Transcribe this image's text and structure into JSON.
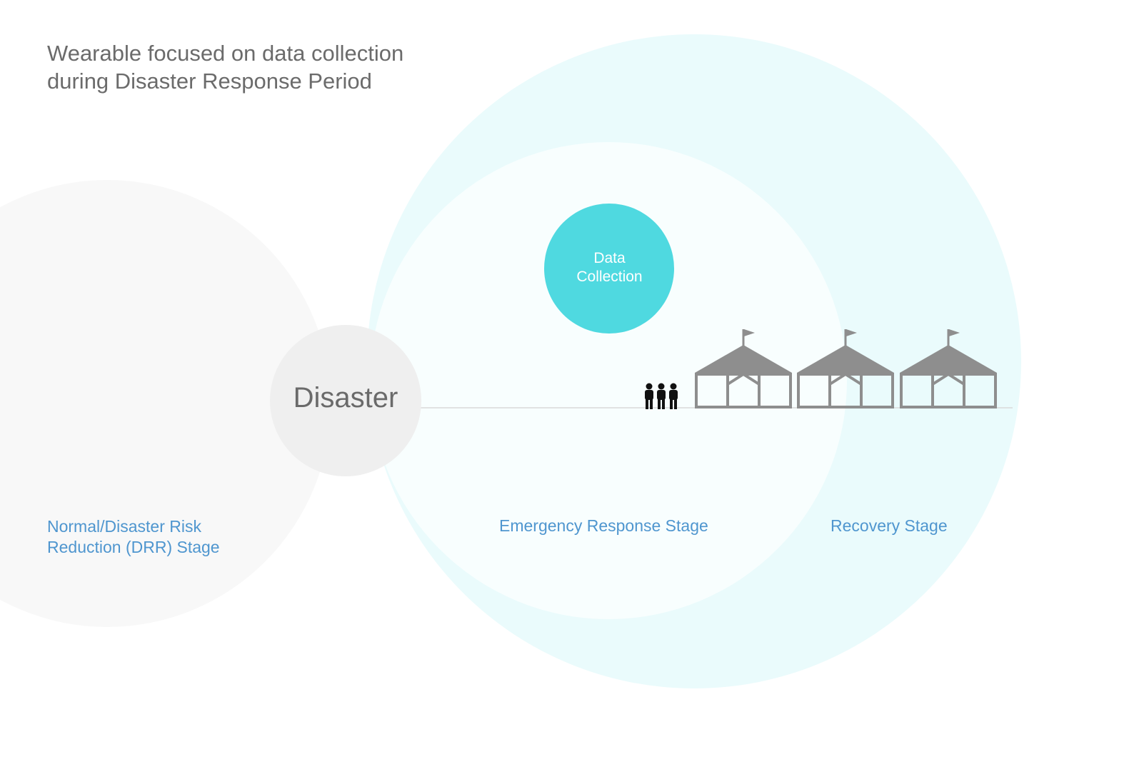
{
  "title": {
    "line1": "Wearable focused on data collection",
    "line2": "during Disaster Response Period"
  },
  "nodes": {
    "disaster": "Disaster",
    "data_collection": {
      "line1": "Data",
      "line2": "Collection"
    }
  },
  "stages": {
    "normal": {
      "line1": "Normal/Disaster Risk",
      "line2": "Reduction (DRR) Stage"
    },
    "emergency": "Emergency Response Stage",
    "recovery": "Recovery Stage"
  },
  "icons": {
    "people": "people-group-icon",
    "tents": "tent-icon"
  },
  "colors": {
    "normal_circle": "#f8f8f8",
    "recovery_circle": "#eafbfc",
    "emergency_circle": "#f8fefe",
    "disaster_circle": "#efefef",
    "data_collection_circle": "#4fd9e0",
    "label_blue": "#4f96cf",
    "tent_gray": "#8e8e8e",
    "people_black": "#111111",
    "ground_line": "#d9d9d9"
  }
}
